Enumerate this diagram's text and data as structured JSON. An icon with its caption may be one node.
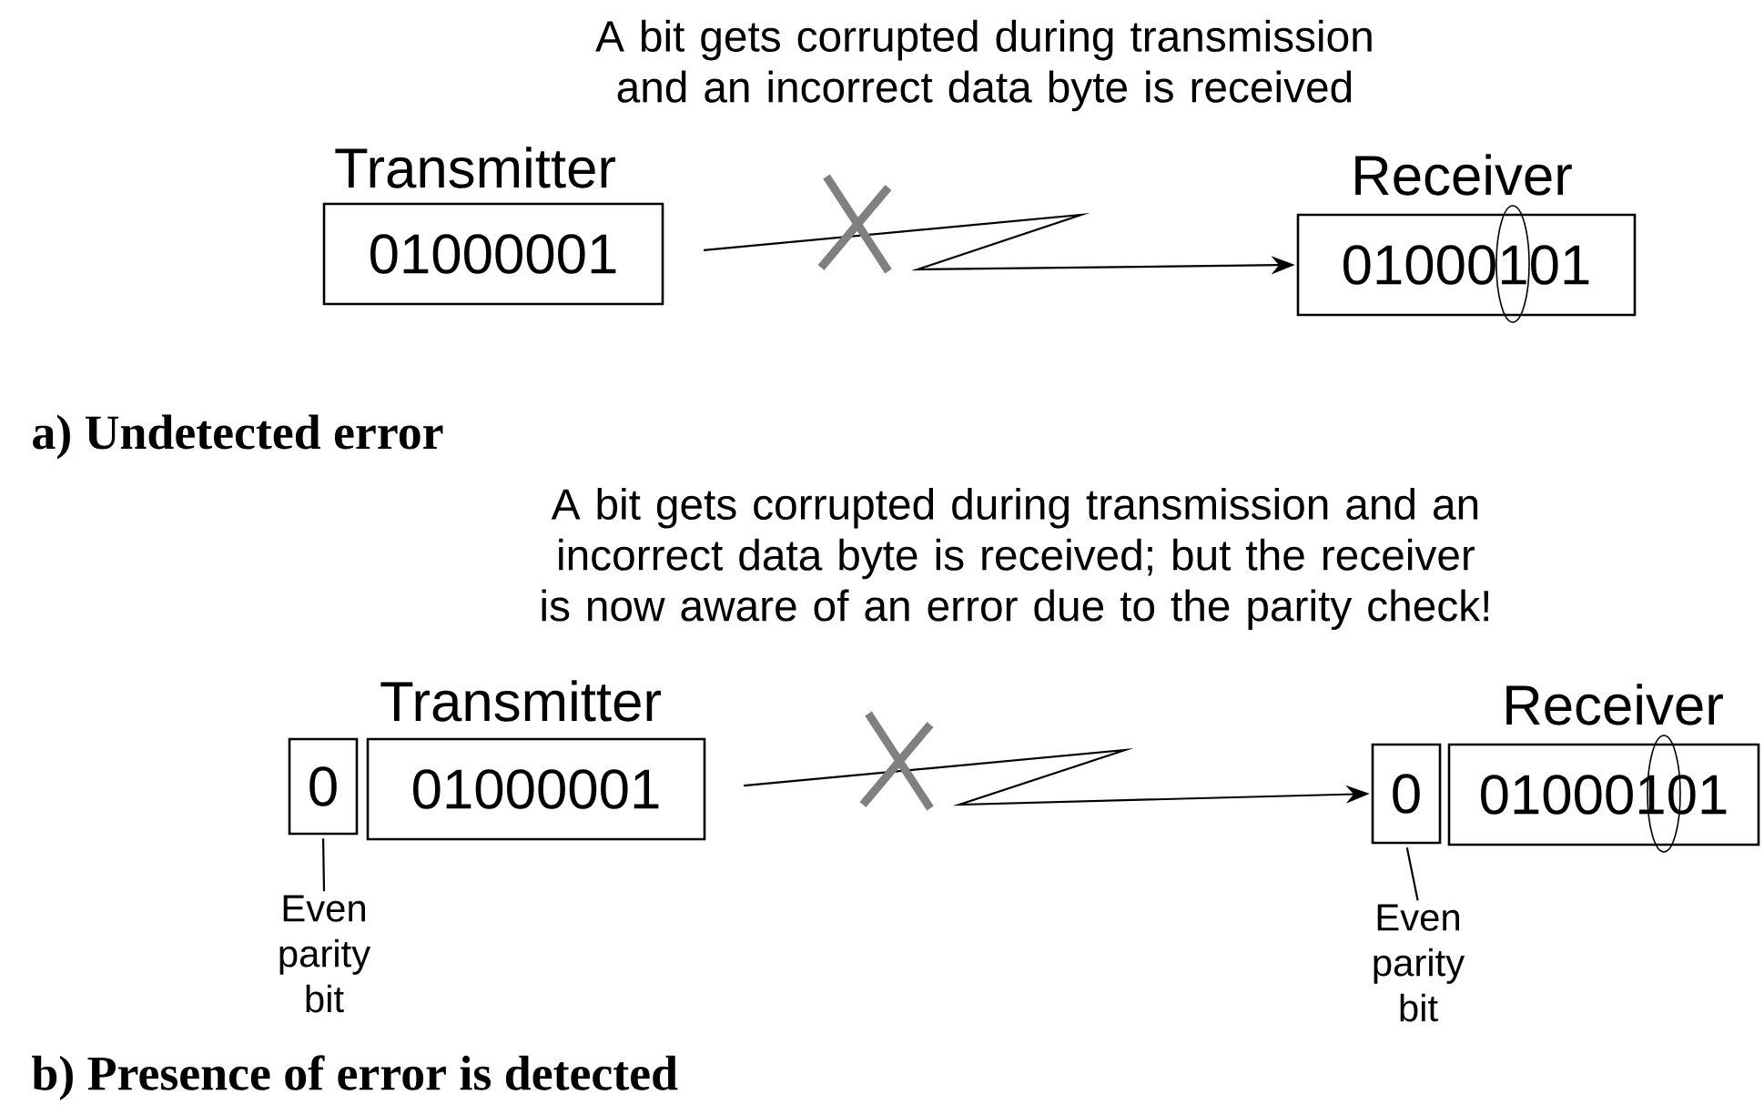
{
  "diagram": {
    "nodes": [
      {
        "text": [
          "Transmitter",
          "01000001"
        ]
      },
      {
        "text": [
          "Receiver",
          "01000101"
        ]
      },
      {
        "text": [
          "0"
        ]
      },
      {
        "text": [
          "Transmitter",
          "01000001"
        ]
      },
      {
        "text": [
          "0"
        ]
      },
      {
        "text": [
          "Receiver",
          "01000101"
        ]
      },
      {
        "text": [
          "Even parity bit"
        ]
      },
      {
        "text": [
          "Even parity bit"
        ]
      }
    ],
    "edges": [
      {
        "from": 0,
        "to": 1,
        "arrow": "to"
      },
      {
        "from": 3,
        "to": 4,
        "arrow": "to"
      },
      {
        "from": 6,
        "to": 2,
        "arrow": "none"
      },
      {
        "from": 7,
        "to": 4,
        "arrow": "none"
      }
    ],
    "labels": [
      "A bit gets corrupted during transmission and an incorrect data byte is received",
      "a) Undetected error",
      "A bit gets corrupted during transmission and an incorrect data byte is received; but the receiver is now aware of an error due to the parity check!",
      "b) Presence of error is detected"
    ]
  }
}
